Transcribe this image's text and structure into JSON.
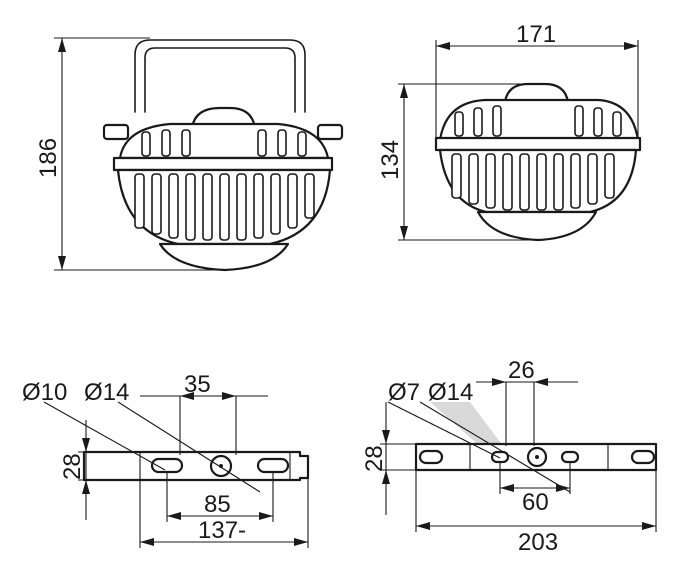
{
  "front_view": {
    "height": "186"
  },
  "side_view": {
    "width": "171",
    "height": "134"
  },
  "bracket_a": {
    "hole_small": "Ø10",
    "hole_large": "Ø14",
    "hole_spacing": "35",
    "slot_spacing": "85",
    "overall_length": "137-",
    "height": "28"
  },
  "bracket_b": {
    "hole_small": "Ø7",
    "hole_large": "Ø14",
    "hole_spacing": "26",
    "slot_spacing": "60",
    "overall_length": "203",
    "height": "28"
  }
}
